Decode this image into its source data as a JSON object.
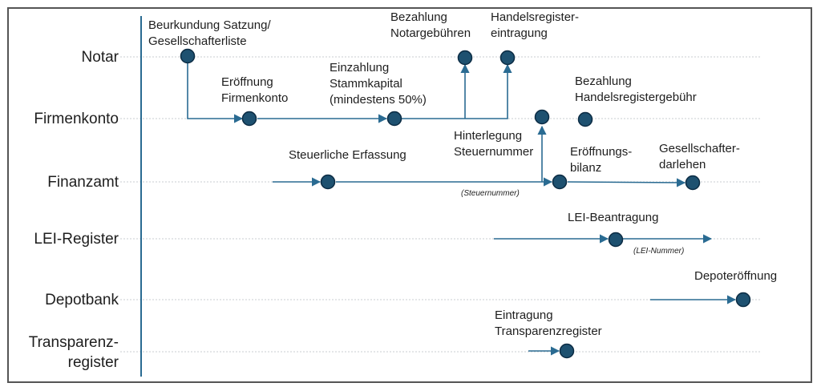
{
  "lanes": {
    "notar": "Notar",
    "firmenkonto": "Firmenkonto",
    "finanzamt": "Finanzamt",
    "lei": "LEI-Register",
    "depotbank": "Depotbank",
    "transparenz_1": "Transparenz-",
    "transparenz_2": "register"
  },
  "nodes": {
    "beurkundung_1": "Beurkundung Satzung/",
    "beurkundung_2": "Gesellschafterliste",
    "notargebuehren_1": "Bezahlung",
    "notargebuehren_2": "Notargebühren",
    "hr_eintragung_1": "Handelsregister-",
    "hr_eintragung_2": "eintragung",
    "eroeffnung_1": "Eröffnung",
    "eroeffnung_2": "Firmenkonto",
    "einzahlung_1": "Einzahlung",
    "einzahlung_2": "Stammkapital",
    "einzahlung_3": "(mindestens 50%)",
    "hr_gebuehr_1": "Bezahlung",
    "hr_gebuehr_2": "Handelsregistergebühr",
    "hinterlegung_1": "Hinterlegung",
    "hinterlegung_2": "Steuernummer",
    "steuerliche": "Steuerliche Erfassung",
    "steuernummer": "(Steuernummer)",
    "eroeffnungsbilanz_1": "Eröffnungs-",
    "eroeffnungsbilanz_2": "bilanz",
    "darlehen_1": "Gesellschafter-",
    "darlehen_2": "darlehen",
    "lei_beantragung": "LEI-Beantragung",
    "lei_nummer": "(LEI-Nummer)",
    "depoteroeffnung": "Depoteröffnung",
    "transparenz_1": "Eintragung",
    "transparenz_2": "Transparenzregister"
  },
  "colors": {
    "node_fill": "#1e5170",
    "arrow": "#2a6b92",
    "gridline": "#c9cdd2"
  }
}
